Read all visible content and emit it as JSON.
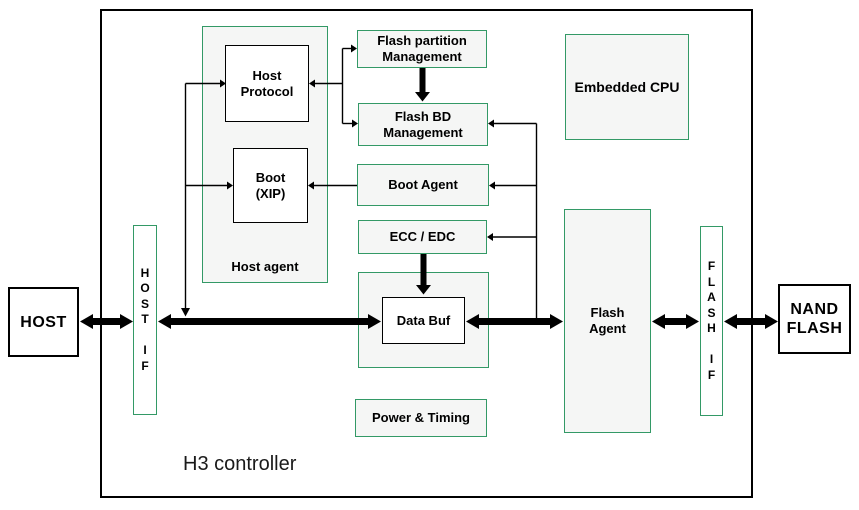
{
  "title": "H3 controller",
  "external": {
    "host": "HOST",
    "nand_flash": "NAND\nFLASH"
  },
  "interfaces": {
    "host_if": {
      "label": "HOST IF",
      "stacked": "H\nO\nS\nT\n \nI\nF"
    },
    "flash_if": {
      "label": "FLASH IF",
      "stacked": "F\nL\nA\nS\nH\n \nI\nF"
    }
  },
  "blocks": {
    "host_agent": "Host agent",
    "host_protocol": "Host\nProtocol",
    "boot_xip": "Boot\n(XIP)",
    "flash_partition_mgmt": "Flash partition\nManagement",
    "flash_bd_mgmt": "Flash BD\nManagement",
    "boot_agent": "Boot Agent",
    "ecc_edc": "ECC / EDC",
    "data_buf": "Data Buf",
    "power_timing": "Power & Timing",
    "embedded_cpu": "Embedded CPU",
    "flash_agent": "Flash\nAgent"
  },
  "colors": {
    "module_border": "#339966",
    "module_fill": "#f5f6f5",
    "line": "#000000",
    "bg": "#ffffff"
  }
}
